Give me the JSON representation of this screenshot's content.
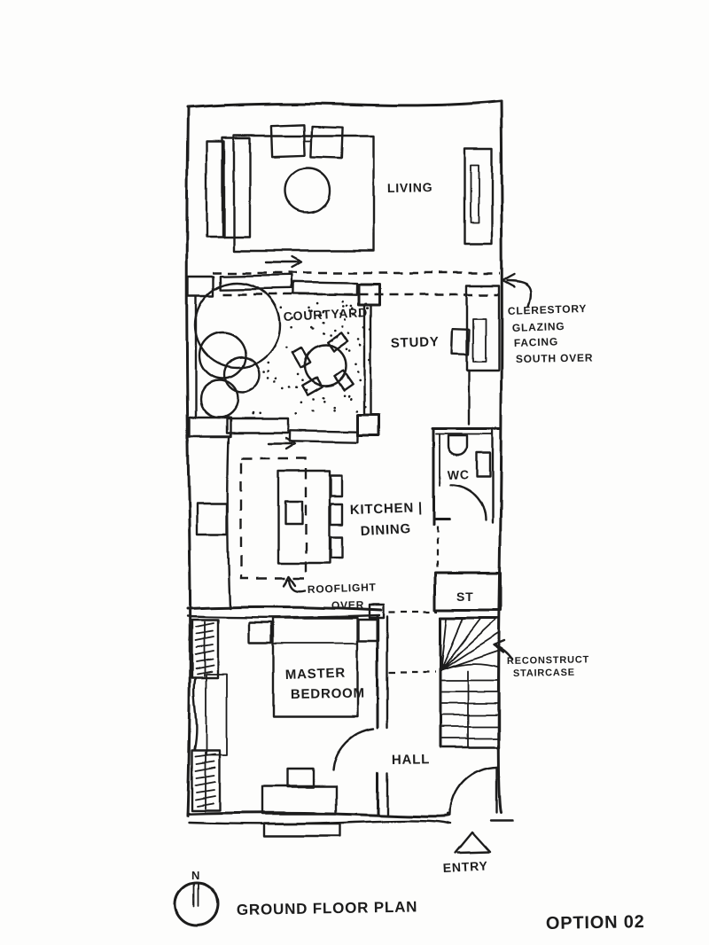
{
  "drawing": {
    "title": "GROUND FLOOR PLAN",
    "option_label": "OPTION 02",
    "north_label": "N"
  },
  "rooms": {
    "living": "LIVING",
    "courtyard": "COURTYARD",
    "study": "STUDY",
    "kitchen_line1": "KITCHEN |",
    "kitchen_line2": "DINING",
    "wc": "WC",
    "store": "ST",
    "master_line1": "MASTER",
    "master_line2": "BEDROOM",
    "hall": "HALL",
    "entry": "ENTRY"
  },
  "annotations": {
    "clerestory": {
      "line1": "CLERESTORY",
      "line2": "GLAZING",
      "line3": "FACING",
      "line4": "SOUTH OVER"
    },
    "rooflight": {
      "line1": "ROOFLIGHT",
      "line2": "OVER"
    },
    "staircase": {
      "line1": "RECONSTRUCT",
      "line2": "STAIRCASE"
    }
  },
  "colors": {
    "ink": "#1c1c1c",
    "paper": "#fdfdfc"
  }
}
